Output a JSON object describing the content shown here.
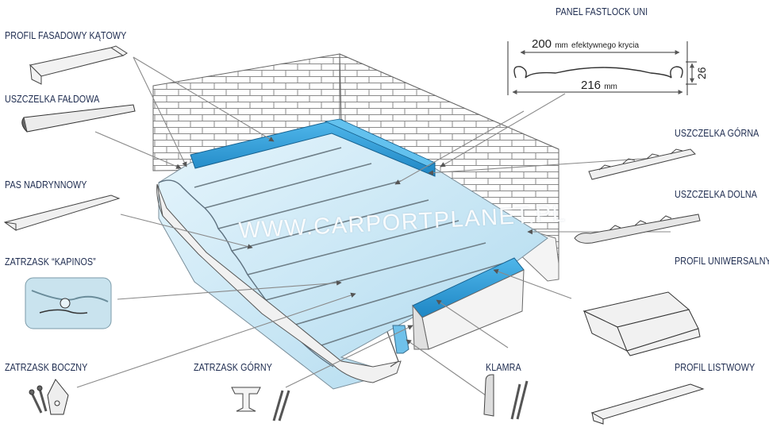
{
  "labels": {
    "profil_fasadowy": "PROFIL FASADOWY KĄTOWY",
    "uszczelka_faldowa": "USZCZELKA FAŁDOWA",
    "pas_nadrynnowy": "PAS NADRYNNOWY",
    "zatrzask_kapinos": "ZATRZASK “KAPINOS”",
    "zatrzask_boczny": "ZATRZASK BOCZNY",
    "zatrzask_gorny": "ZATRZASK GÓRNY",
    "klamra": "KLAMRA",
    "panel_fastlock": "PANEL FASTLOCK UNI",
    "uszczelka_gorna": "USZCZELKA GÓRNA",
    "uszczelka_dolna": "USZCZELKA DOLNA",
    "profil_uniwersalny": "PROFIL UNIWERSALNY",
    "profil_listwowy": "PROFIL LISTWOWY"
  },
  "panel_dimensions": {
    "cover_value": "200",
    "cover_unit": "mm",
    "cover_caption": "efektywnego krycia",
    "width_value": "216",
    "width_unit": "mm",
    "height_value": "26"
  },
  "watermark": "WWW.CARPORTPLANET.PL",
  "colors": {
    "label_text": "#1d2b4f",
    "panel_blue": "#bfe3f3",
    "profile_blue": "#2a9ad6",
    "brick_line": "#7f7f7f",
    "leader_line": "#8a8a8a"
  }
}
